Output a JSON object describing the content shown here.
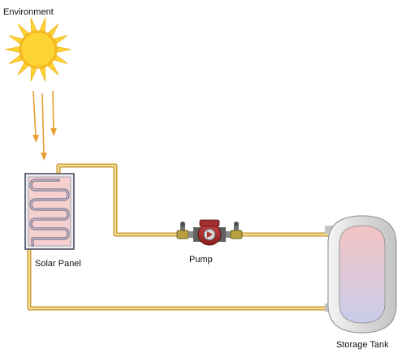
{
  "labels": {
    "environment": "Environment",
    "solar_panel": "Solar Panel",
    "pump": "Pump",
    "storage_tank": "Storage Tank"
  },
  "colors": {
    "sun_fill": "#FCD535",
    "sun_ray": "#F6B820",
    "heat_arrow": "#E8A036",
    "pipe_outer": "#C89A2C",
    "pipe_inner": "#F5DE9E",
    "panel_fill": "#F6CFCF",
    "panel_frame": "#3C4458",
    "panel_coil": "#6B7590",
    "tank_hot": "#F3C3C3",
    "tank_cold": "#C9CDEA",
    "tank_shell": "#D8D8D8",
    "pump_body": "#B03030",
    "valve_brass": "#B8A040",
    "fitting_gray": "#707070"
  },
  "icons": {
    "sun": "sun-icon",
    "pump": "pump-icon",
    "valve": "valve-icon"
  }
}
